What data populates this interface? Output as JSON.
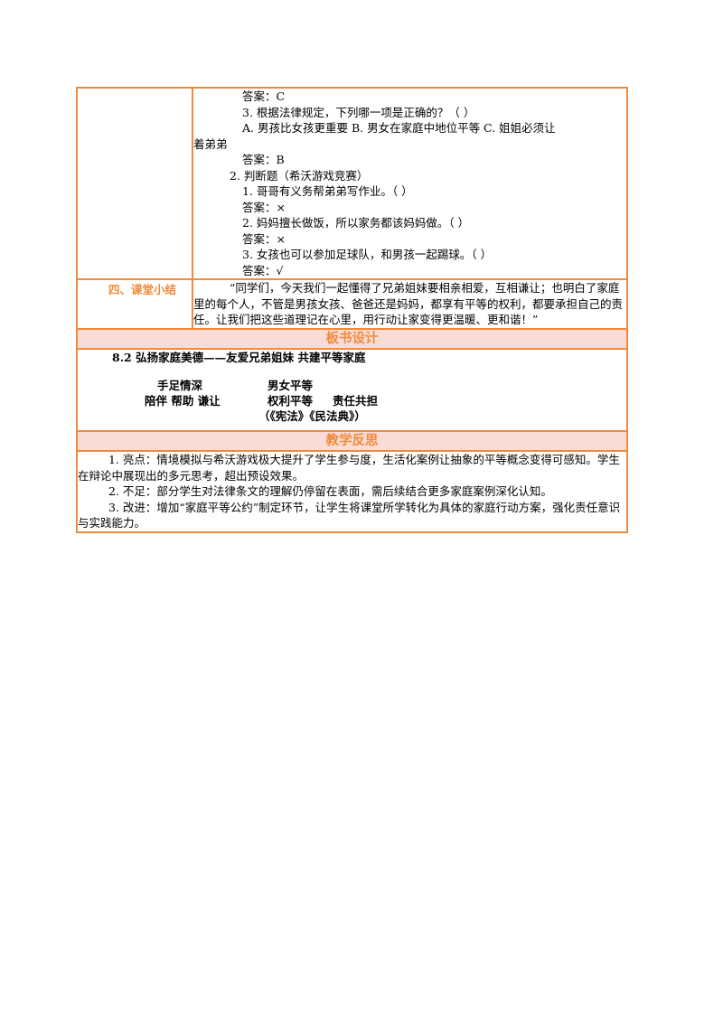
{
  "exercise": {
    "lines_top": [
      {
        "text": "答案：C",
        "cls": "ind2"
      },
      {
        "text": "3. 根据法律规定，下列哪一项是正确的？（    ）",
        "cls": "ind2"
      },
      {
        "text": "A. 男孩比女孩更重要    B. 男女在家庭中地位平等    C. 姐姐必须让",
        "cls": "ind2"
      },
      {
        "text": "着弟弟",
        "cls": "cont"
      },
      {
        "text": "答案：B",
        "cls": "ind2"
      },
      {
        "text": "2. 判断题（希沃游戏竞赛）",
        "cls": "ind1"
      },
      {
        "text": "1. 哥哥有义务帮弟弟写作业。（    ）",
        "cls": "ind2"
      },
      {
        "text": "答案：×",
        "cls": "ind2"
      },
      {
        "text": "2. 妈妈擅长做饭，所以家务都该妈妈做。（    ）",
        "cls": "ind2"
      },
      {
        "text": "答案：×",
        "cls": "ind2"
      },
      {
        "text": "3. 女孩也可以参加足球队，和男孩一起踢球。（    ）",
        "cls": "ind2"
      },
      {
        "text": "答案：√",
        "cls": "ind2"
      }
    ]
  },
  "summary": {
    "label": "四、课堂小结",
    "text": "“同学们，今天我们一起懂得了兄弟姐妹要相亲相爱，互相谦让；也明白了家庭里的每个人，不管是男孩女孩、爸爸还是妈妈，都享有平等的权利，都要承担自己的责任。让我们把这些道理记在心里，用行动让家变得更温暖、更和谐！”"
  },
  "board": {
    "header": "板书设计",
    "title": "8.2 弘扬家庭美德——友爱兄弟姐妹    共建平等家庭",
    "left_top": "手足情深",
    "left_bottom": "陪伴  帮助  谦让",
    "right_top": "男女平等",
    "right_mid_a": "权利平等",
    "right_mid_b": "责任共担",
    "right_bottom": "（《宪法》《民法典》）"
  },
  "reflection": {
    "header": "教学反思",
    "items": [
      "1. 亮点：情境模拟与希沃游戏极大提升了学生参与度，生活化案例让抽象的平等概念变得可感知。学生在辩论中展现出的多元思考，超出预设效果。",
      "2. 不足：部分学生对法律条文的理解仍停留在表面，需后续结合更多家庭案例深化认知。",
      "3. 改进：增加“家庭平等公约”制定环节，让学生将课堂所学转化为具体的家庭行动方案，强化责任意识与实践能力。"
    ]
  }
}
